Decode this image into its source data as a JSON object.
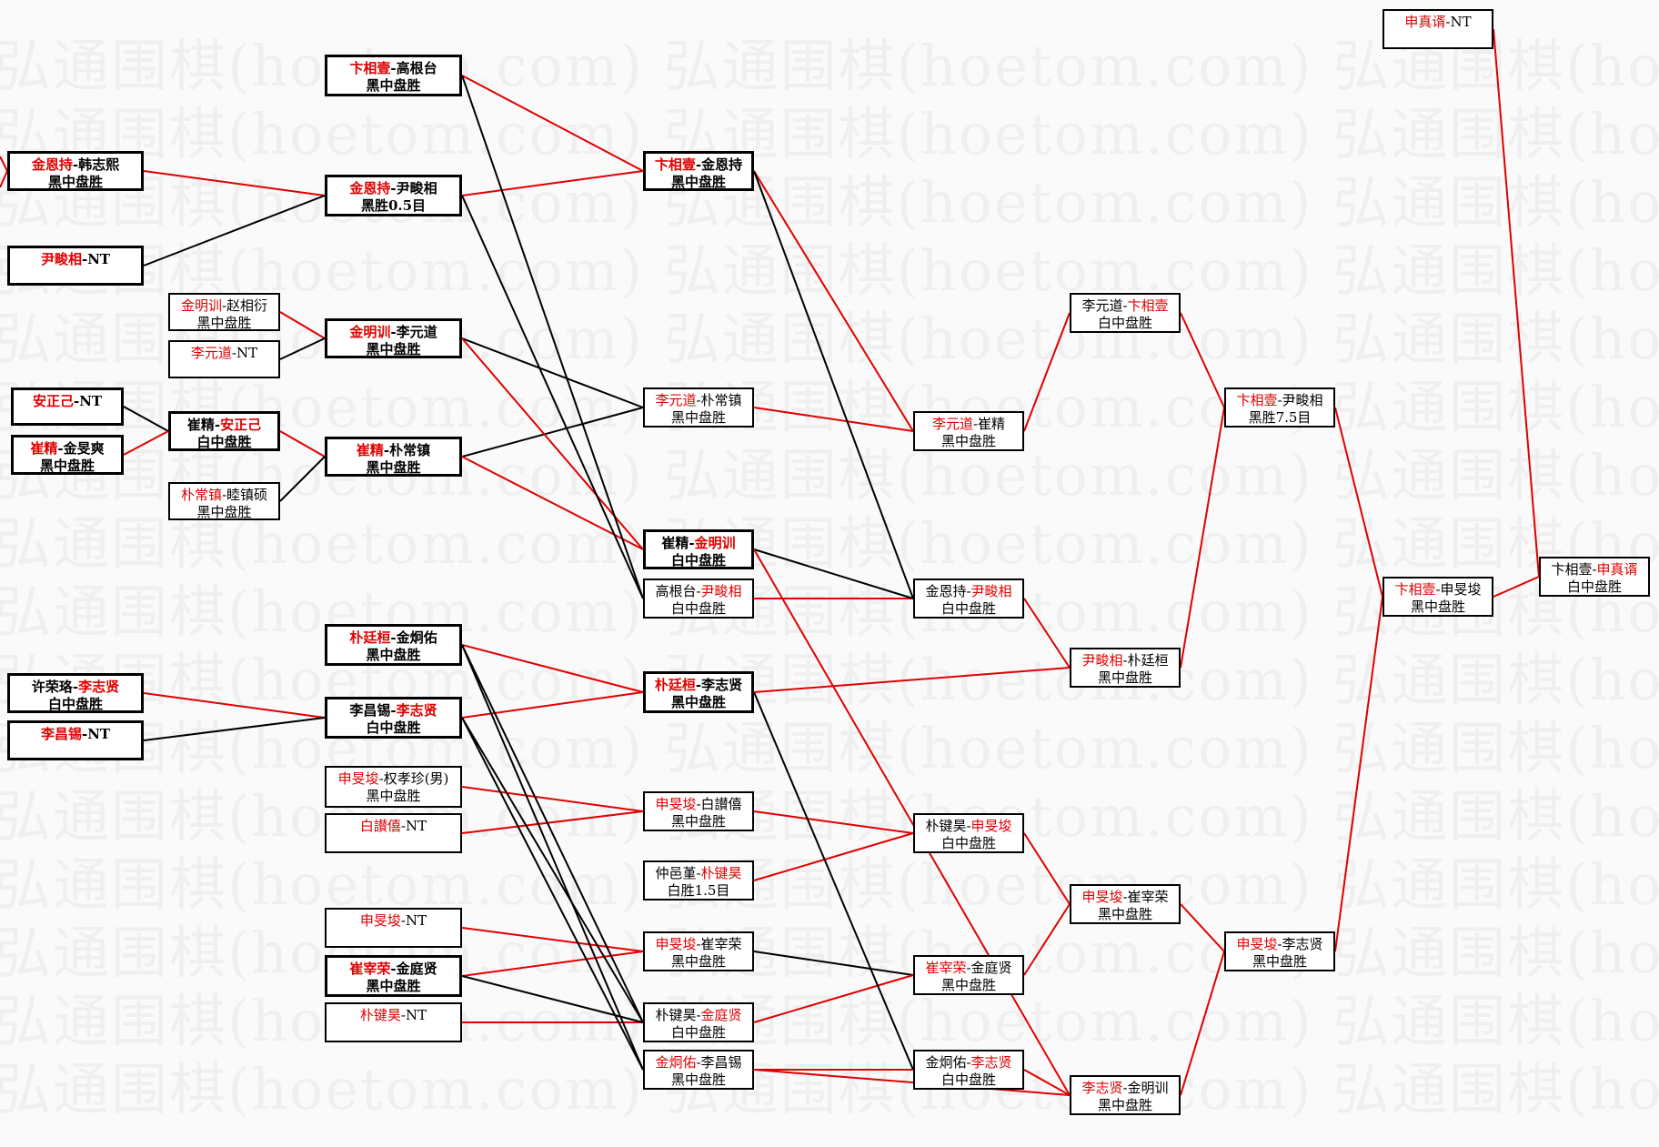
{
  "watermark": "弘通围棋(hoetom.com) 弘通围棋(hoetom.com) 弘通围棋(hoetom.com)",
  "colors": {
    "winner": "#e00000",
    "loser": "#000000",
    "win_line": "#e00000",
    "lose_line": "#000000"
  },
  "matches": [
    {
      "id": "r1a",
      "p1": "金恩持",
      "p2": "韩志熙",
      "winner": 1,
      "result": "黑中盘胜"
    },
    {
      "id": "r1b",
      "p1": "尹畯相",
      "p2": "NT",
      "winner": 1,
      "result": ""
    },
    {
      "id": "r1c",
      "p1": "金明训",
      "p2": "赵相衍",
      "winner": 1,
      "result": "黑中盘胜"
    },
    {
      "id": "r1d",
      "p1": "李元道",
      "p2": "NT",
      "winner": 1,
      "result": ""
    },
    {
      "id": "r1e",
      "p1": "安正己",
      "p2": "NT",
      "winner": 1,
      "result": ""
    },
    {
      "id": "r1f",
      "p1": "崔精",
      "p2": "金旻爽",
      "winner": 1,
      "result": "黑中盘胜"
    },
    {
      "id": "r1g",
      "p1": "朴常镇",
      "p2": "睦镇硕",
      "winner": 1,
      "result": "黑中盘胜"
    },
    {
      "id": "r1h",
      "p1": "许荣珞",
      "p2": "李志贤",
      "winner": 2,
      "result": "白中盘胜"
    },
    {
      "id": "r1i",
      "p1": "李昌锡",
      "p2": "NT",
      "winner": 1,
      "result": ""
    },
    {
      "id": "r2a",
      "p1": "卞相壹",
      "p2": "高根台",
      "winner": 1,
      "result": "黑中盘胜"
    },
    {
      "id": "r2b",
      "p1": "金恩持",
      "p2": "尹畯相",
      "winner": 1,
      "result": "黑胜0.5目"
    },
    {
      "id": "r2c",
      "p1": "金明训",
      "p2": "李元道",
      "winner": 1,
      "result": "黑中盘胜"
    },
    {
      "id": "r2d",
      "p1": "崔精",
      "p2": "安正己",
      "winner": 2,
      "result": "白中盘胜"
    },
    {
      "id": "r2e",
      "p1": "崔精",
      "p2": "朴常镇",
      "winner": 1,
      "result": "黑中盘胜"
    },
    {
      "id": "r2f",
      "p1": "朴廷桓",
      "p2": "金炯佑",
      "winner": 1,
      "result": "黑中盘胜"
    },
    {
      "id": "r2g",
      "p1": "李昌锡",
      "p2": "李志贤",
      "winner": 2,
      "result": "白中盘胜"
    },
    {
      "id": "r2h",
      "p1": "申旻埈",
      "p2": "权孝珍(男)",
      "winner": 1,
      "result": "黑中盘胜"
    },
    {
      "id": "r2i",
      "p1": "白讃僖",
      "p2": "NT",
      "winner": 1,
      "result": ""
    },
    {
      "id": "r2j",
      "p1": "申旻埈",
      "p2": "NT",
      "winner": 1,
      "result": ""
    },
    {
      "id": "r2k",
      "p1": "崔宰荣",
      "p2": "金庭贤",
      "winner": 1,
      "result": "黑中盘胜"
    },
    {
      "id": "r2l",
      "p1": "朴键昊",
      "p2": "NT",
      "winner": 1,
      "result": ""
    },
    {
      "id": "r3a",
      "p1": "卞相壹",
      "p2": "金恩持",
      "winner": 1,
      "result": "黑中盘胜"
    },
    {
      "id": "r3b",
      "p1": "李元道",
      "p2": "朴常镇",
      "winner": 1,
      "result": "黑中盘胜"
    },
    {
      "id": "r3c",
      "p1": "崔精",
      "p2": "金明训",
      "winner": 2,
      "result": "白中盘胜"
    },
    {
      "id": "r3d",
      "p1": "高根台",
      "p2": "尹畯相",
      "winner": 2,
      "result": "白中盘胜"
    },
    {
      "id": "r3e",
      "p1": "朴廷桓",
      "p2": "李志贤",
      "winner": 1,
      "result": "黑中盘胜"
    },
    {
      "id": "r3f",
      "p1": "申旻埈",
      "p2": "白讃僖",
      "winner": 1,
      "result": "黑中盘胜"
    },
    {
      "id": "r3g",
      "p1": "仲邑堇",
      "p2": "朴键昊",
      "winner": 2,
      "result": "白胜1.5目"
    },
    {
      "id": "r3h",
      "p1": "申旻埈",
      "p2": "崔宰荣",
      "winner": 1,
      "result": "黑中盘胜"
    },
    {
      "id": "r3i",
      "p1": "朴键昊",
      "p2": "金庭贤",
      "winner": 2,
      "result": "白中盘胜"
    },
    {
      "id": "r3j",
      "p1": "金炯佑",
      "p2": "李昌锡",
      "winner": 1,
      "result": "黑中盘胜"
    },
    {
      "id": "r4a",
      "p1": "李元道",
      "p2": "崔精",
      "winner": 1,
      "result": "黑中盘胜"
    },
    {
      "id": "r4b",
      "p1": "金恩持",
      "p2": "尹畯相",
      "winner": 2,
      "result": "白中盘胜"
    },
    {
      "id": "r4c",
      "p1": "朴键昊",
      "p2": "申旻埈",
      "winner": 2,
      "result": "白中盘胜"
    },
    {
      "id": "r4d",
      "p1": "崔宰荣",
      "p2": "金庭贤",
      "winner": 1,
      "result": "黑中盘胜"
    },
    {
      "id": "r4e",
      "p1": "金炯佑",
      "p2": "李志贤",
      "winner": 2,
      "result": "白中盘胜"
    },
    {
      "id": "r5a",
      "p1": "李元道",
      "p2": "卞相壹",
      "winner": 2,
      "result": "白中盘胜"
    },
    {
      "id": "r5b",
      "p1": "尹畯相",
      "p2": "朴廷桓",
      "winner": 1,
      "result": "黑中盘胜"
    },
    {
      "id": "r5c",
      "p1": "申旻埈",
      "p2": "崔宰荣",
      "winner": 1,
      "result": "黑中盘胜"
    },
    {
      "id": "r5d",
      "p1": "李志贤",
      "p2": "金明训",
      "winner": 1,
      "result": "黑中盘胜"
    },
    {
      "id": "r6a",
      "p1": "卞相壹",
      "p2": "尹畯相",
      "winner": 1,
      "result": "黑胜7.5目"
    },
    {
      "id": "r6b",
      "p1": "申旻埈",
      "p2": "李志贤",
      "winner": 1,
      "result": "黑中盘胜"
    },
    {
      "id": "r7a",
      "p1": "卞相壹",
      "p2": "申旻埈",
      "winner": 1,
      "result": "黑中盘胜"
    },
    {
      "id": "r7b",
      "p1": "申真谞",
      "p2": "NT",
      "winner": 1,
      "result": ""
    },
    {
      "id": "final",
      "p1": "卞相壹",
      "p2": "申真谞",
      "winner": 2,
      "result": "白中盘胜"
    }
  ]
}
